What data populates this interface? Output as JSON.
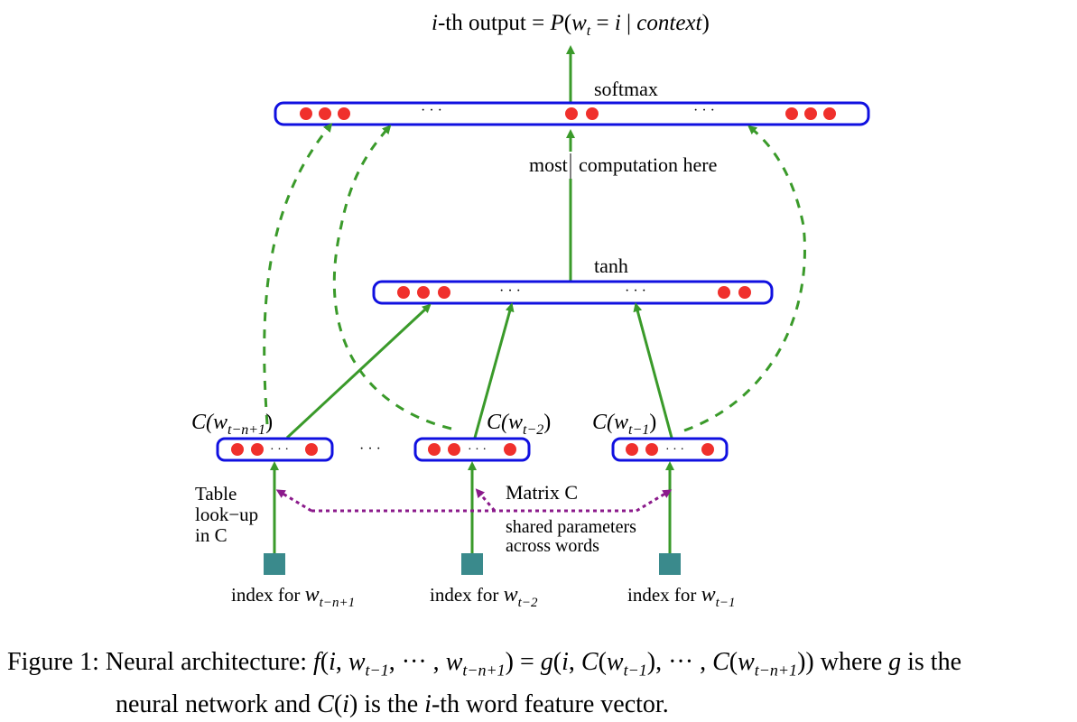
{
  "diagram": {
    "output_label_prefix": "i",
    "output_label_mid": "-th output = ",
    "output_label_formula": "P(w",
    "output_label_sub": "t",
    "output_label_rest": " = i | context)",
    "softmax_label": "softmax",
    "most_label": "most",
    "computation_label": "computation here",
    "tanh_label": "tanh",
    "dots": "· · ·",
    "emb_labels": [
      {
        "fn": "C(w",
        "sub": "t−n+1",
        "close": ")"
      },
      {
        "fn": "C(w",
        "sub": "t−2",
        "close": ")"
      },
      {
        "fn": "C(w",
        "sub": "t−1",
        "close": ")"
      }
    ],
    "table_lookup": [
      "Table",
      "look−up",
      "in C"
    ],
    "matrix_label": "Matrix C",
    "shared_label_1": "shared parameters",
    "shared_label_2": "across words",
    "index_prefix": "index for ",
    "index_labels": [
      {
        "w": "w",
        "sub": "t−n+1"
      },
      {
        "w": "w",
        "sub": "t−2"
      },
      {
        "w": "w",
        "sub": "t−1"
      }
    ],
    "colors": {
      "box": "#1010e0",
      "dot": "#f0302c",
      "arrow": "#3a9a2a",
      "dashed": "#8b1a8b",
      "index_square": "#3a8a8c"
    }
  },
  "caption": {
    "prefix": "Figure 1:  Neural architecture: ",
    "formula": "f(i, w_{t−1}, ··· , w_{t−n+1}) = g(i, C(w_{t−1}), ··· , C(w_{t−n+1}))",
    "f_part": "f(i,w",
    "where_text": " where ",
    "g_text": "g",
    "is_the": " is the",
    "line2a": "neural network and ",
    "ci": "C(i)",
    "line2b": " is the ",
    "i_it": "i",
    "line2c": "-th word feature vector."
  }
}
